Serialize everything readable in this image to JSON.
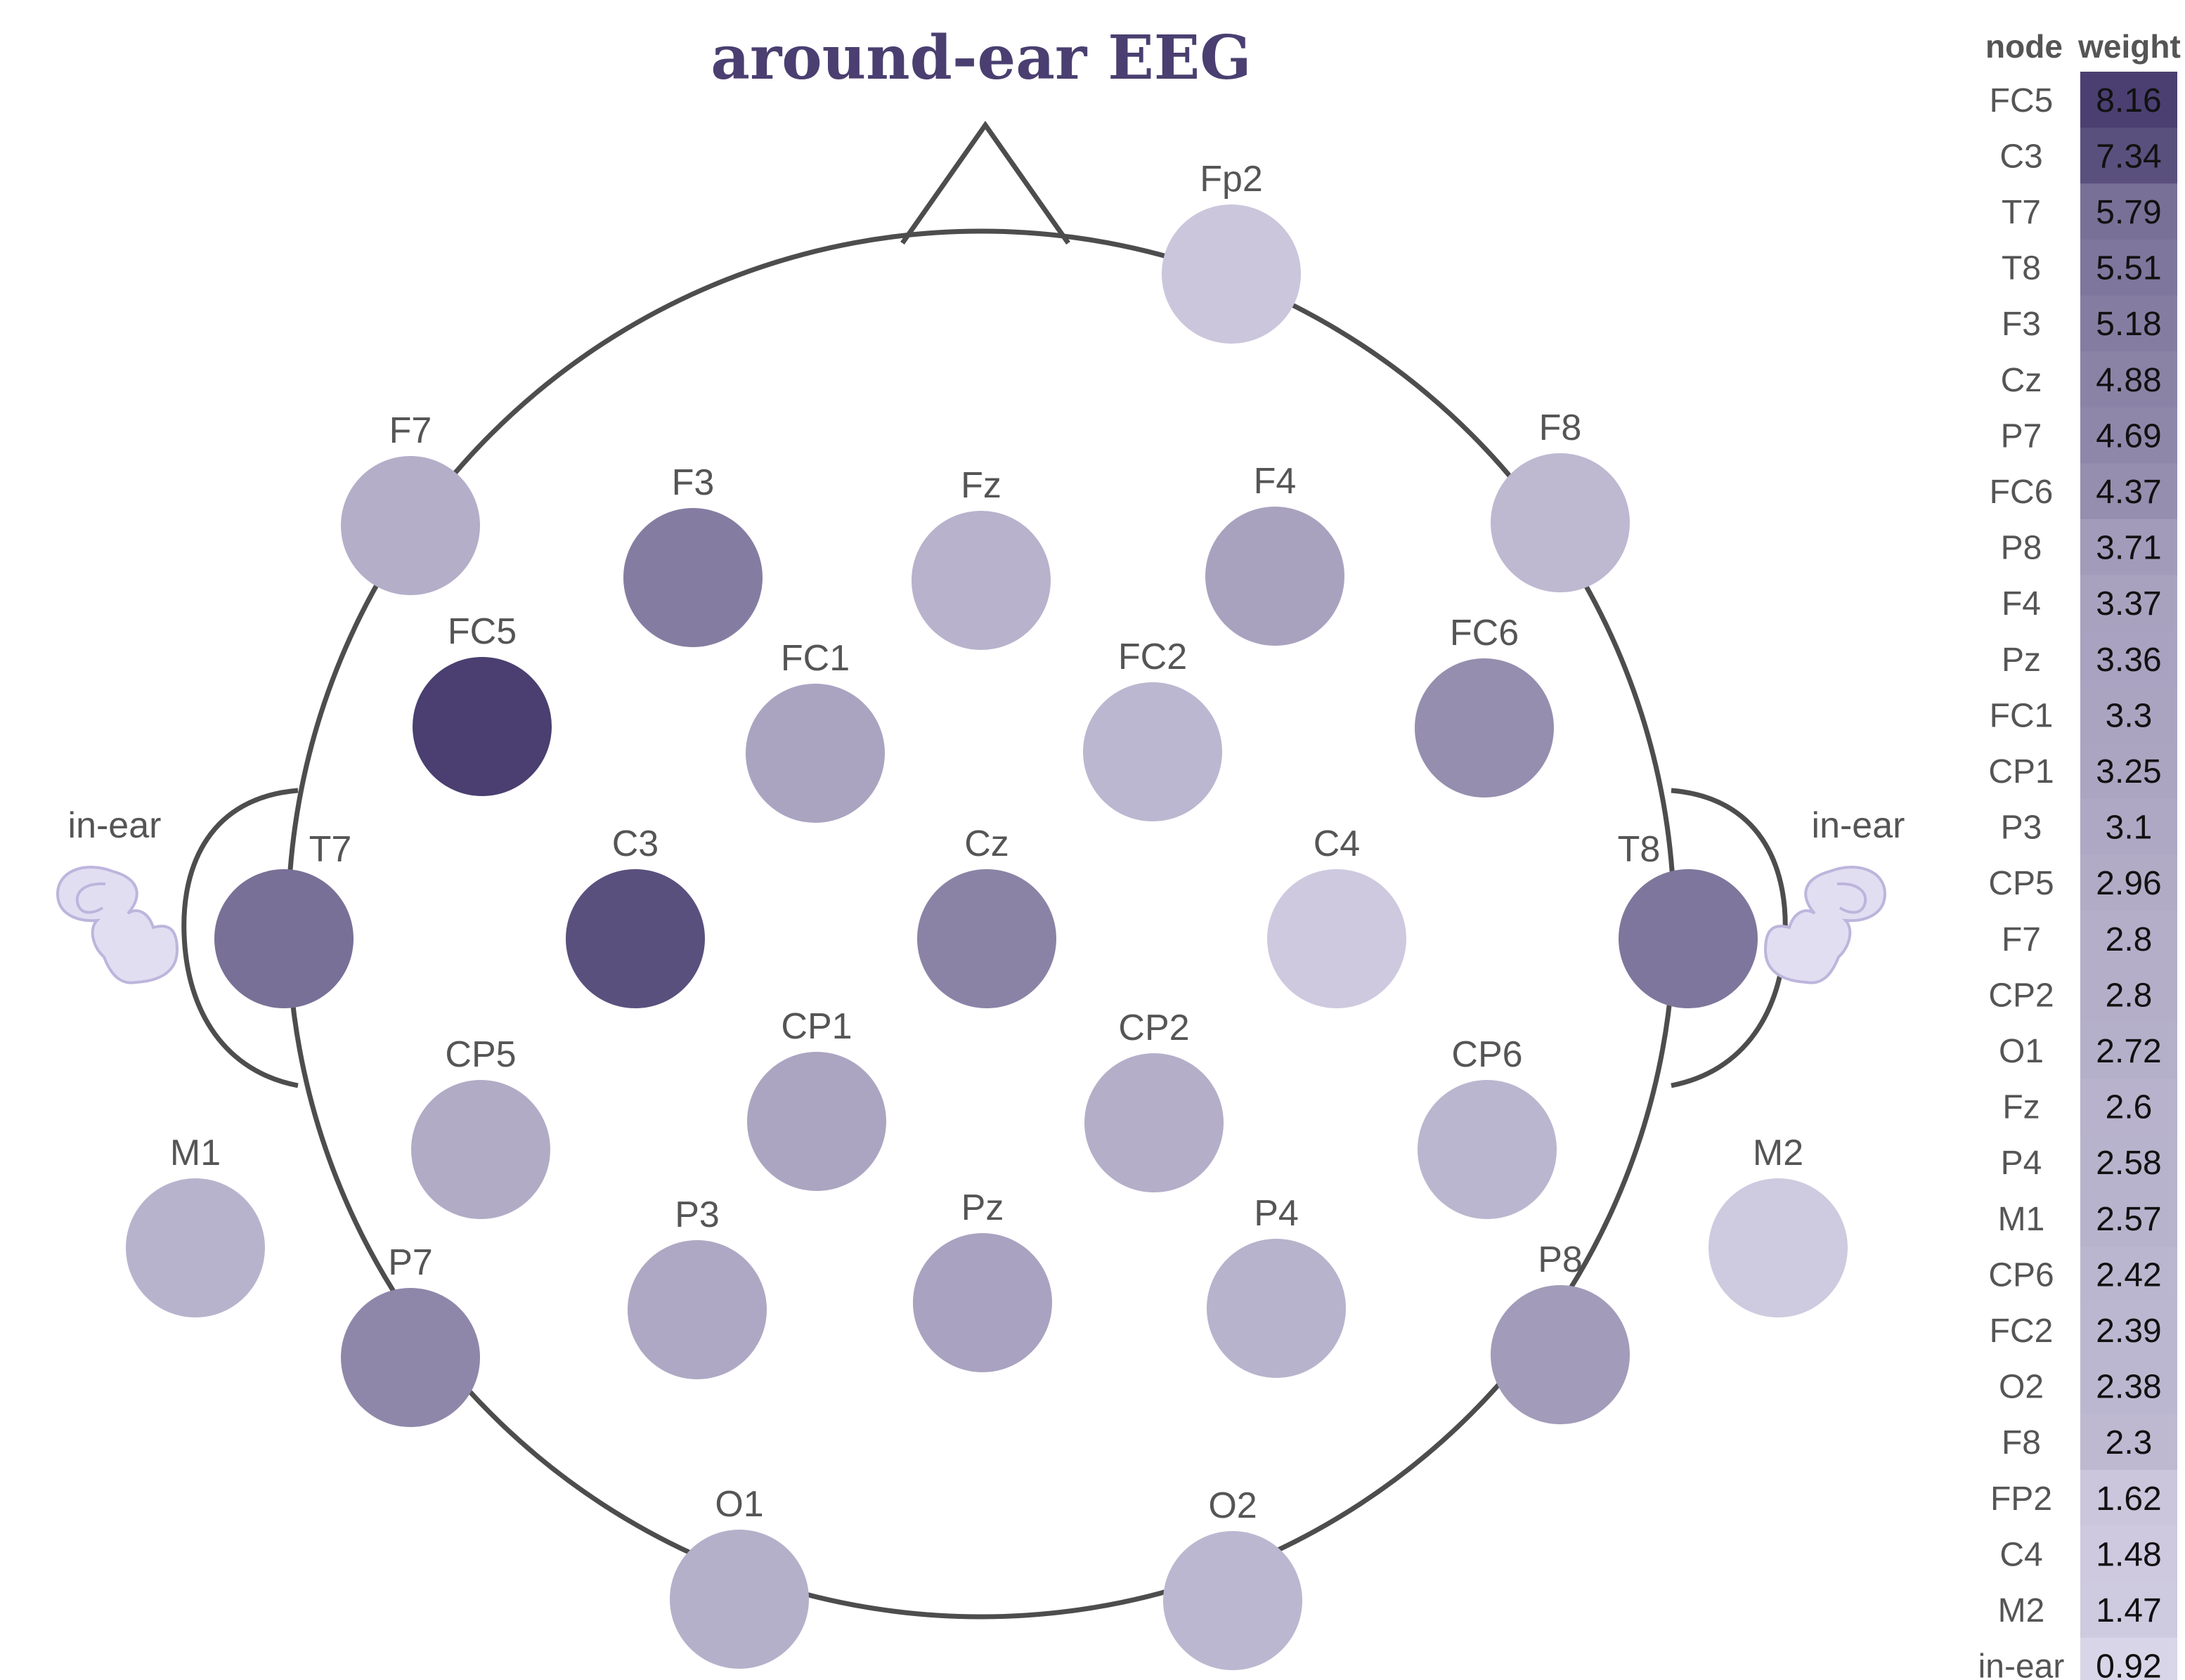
{
  "title": "around-ear EEG",
  "table": {
    "col_node": "node",
    "col_weight": "weight"
  },
  "chart_data": {
    "type": "topographic electrode map",
    "color_scale": {
      "low": "#d9d5e8",
      "high": "#4a3f70"
    },
    "weights_range": [
      0.92,
      8.16
    ],
    "rows": [
      {
        "node": "FC5",
        "weight": 8.16
      },
      {
        "node": "C3",
        "weight": 7.34
      },
      {
        "node": "T7",
        "weight": 5.79
      },
      {
        "node": "T8",
        "weight": 5.51
      },
      {
        "node": "F3",
        "weight": 5.18
      },
      {
        "node": "Cz",
        "weight": 4.88
      },
      {
        "node": "P7",
        "weight": 4.69
      },
      {
        "node": "FC6",
        "weight": 4.37
      },
      {
        "node": "P8",
        "weight": 3.71
      },
      {
        "node": "F4",
        "weight": 3.37
      },
      {
        "node": "Pz",
        "weight": 3.36
      },
      {
        "node": "FC1",
        "weight": 3.3
      },
      {
        "node": "CP1",
        "weight": 3.25
      },
      {
        "node": "P3",
        "weight": 3.1
      },
      {
        "node": "CP5",
        "weight": 2.96
      },
      {
        "node": "F7",
        "weight": 2.8
      },
      {
        "node": "CP2",
        "weight": 2.8
      },
      {
        "node": "O1",
        "weight": 2.72
      },
      {
        "node": "Fz",
        "weight": 2.6
      },
      {
        "node": "P4",
        "weight": 2.58
      },
      {
        "node": "M1",
        "weight": 2.57
      },
      {
        "node": "CP6",
        "weight": 2.42
      },
      {
        "node": "FC2",
        "weight": 2.39
      },
      {
        "node": "O2",
        "weight": 2.38
      },
      {
        "node": "F8",
        "weight": 2.3
      },
      {
        "node": "FP2",
        "weight": 1.62
      },
      {
        "node": "C4",
        "weight": 1.48
      },
      {
        "node": "M2",
        "weight": 1.47
      },
      {
        "node": "in-ear",
        "weight": 0.92
      }
    ],
    "electrodes": [
      {
        "label": "Fp2",
        "weight": 1.62
      },
      {
        "label": "F7",
        "weight": 2.8
      },
      {
        "label": "F3",
        "weight": 5.18
      },
      {
        "label": "Fz",
        "weight": 2.6
      },
      {
        "label": "F4",
        "weight": 3.37
      },
      {
        "label": "F8",
        "weight": 2.3
      },
      {
        "label": "FC5",
        "weight": 8.16
      },
      {
        "label": "FC1",
        "weight": 3.3
      },
      {
        "label": "FC2",
        "weight": 2.39
      },
      {
        "label": "FC6",
        "weight": 4.37
      },
      {
        "label": "T7",
        "weight": 5.79
      },
      {
        "label": "C3",
        "weight": 7.34
      },
      {
        "label": "Cz",
        "weight": 4.88
      },
      {
        "label": "C4",
        "weight": 1.48
      },
      {
        "label": "T8",
        "weight": 5.51
      },
      {
        "label": "CP5",
        "weight": 2.96
      },
      {
        "label": "CP1",
        "weight": 3.25
      },
      {
        "label": "CP2",
        "weight": 2.8
      },
      {
        "label": "CP6",
        "weight": 2.42
      },
      {
        "label": "M1",
        "weight": 2.57
      },
      {
        "label": "M2",
        "weight": 1.47
      },
      {
        "label": "P7",
        "weight": 4.69
      },
      {
        "label": "P3",
        "weight": 3.1
      },
      {
        "label": "Pz",
        "weight": 3.36
      },
      {
        "label": "P4",
        "weight": 2.58
      },
      {
        "label": "P8",
        "weight": 3.71
      },
      {
        "label": "O1",
        "weight": 2.72
      },
      {
        "label": "O2",
        "weight": 2.38
      }
    ],
    "in_ear": [
      {
        "label": "in-ear",
        "side": "left"
      },
      {
        "label": "in-ear",
        "side": "right"
      }
    ]
  }
}
